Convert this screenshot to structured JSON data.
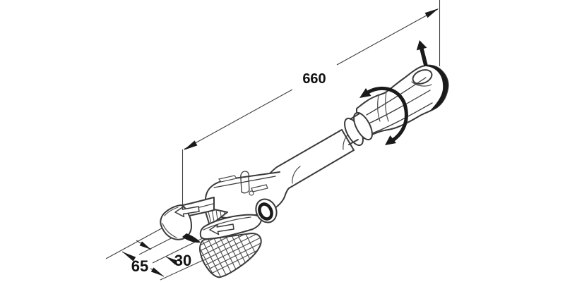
{
  "page": {
    "background": "#ffffff"
  },
  "drawing": {
    "colors": {
      "line": "#3a3a3a",
      "construction_line": "#4a4a4a",
      "text": "#111111",
      "solid_arrow": "#1a1a1a"
    },
    "dimensions": {
      "overall_length": "660",
      "head_length": "65",
      "jaw_opening": "30"
    },
    "icons": {
      "rotation": "rotation-arrow-icon",
      "up": "up-arrow-icon",
      "printed_left_arrows": "left-arrow-icon"
    }
  }
}
